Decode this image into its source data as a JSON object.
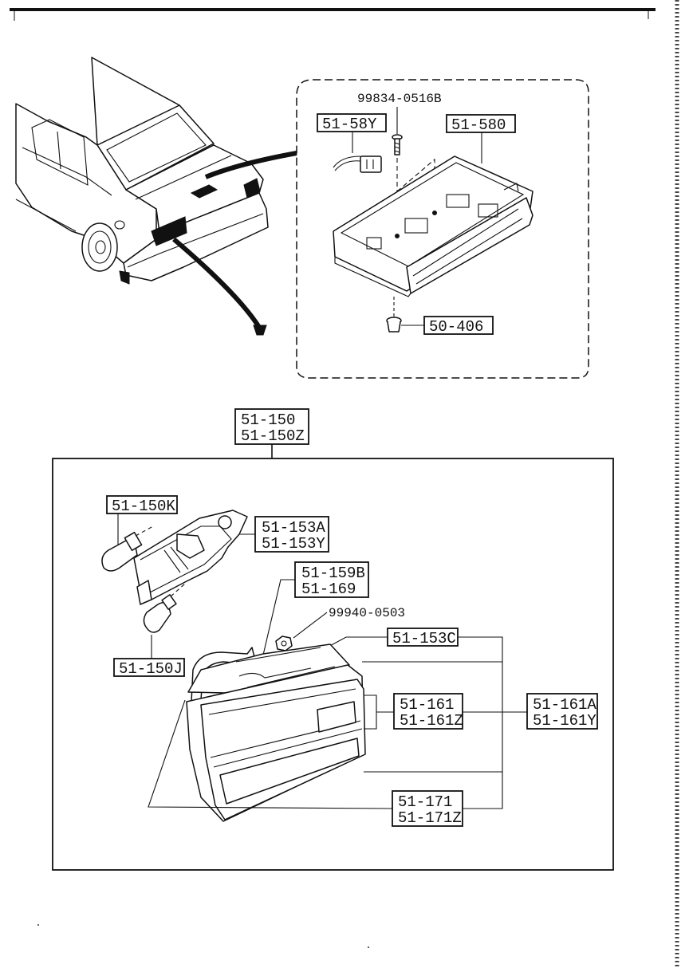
{
  "labels": {
    "top_screw": "99834-0516B",
    "connector": "51-58Y",
    "license_lamp": "51-580",
    "grommet": "50-406",
    "assembly_1": "51-150",
    "assembly_2": "51-150Z",
    "bulb_k": "51-150K",
    "socket_1": "51-153A",
    "socket_2": "51-153Y",
    "harness_1": "51-159B",
    "harness_2": "51-169",
    "nut": "99940-0503",
    "gasket": "51-153C",
    "bulb_j": "51-150J",
    "lens_1": "51-161",
    "lens_2": "51-161Z",
    "lens_r1": "51-161A",
    "lens_r2": "51-161Y",
    "body_1": "51-171",
    "body_2": "51-171Z"
  }
}
